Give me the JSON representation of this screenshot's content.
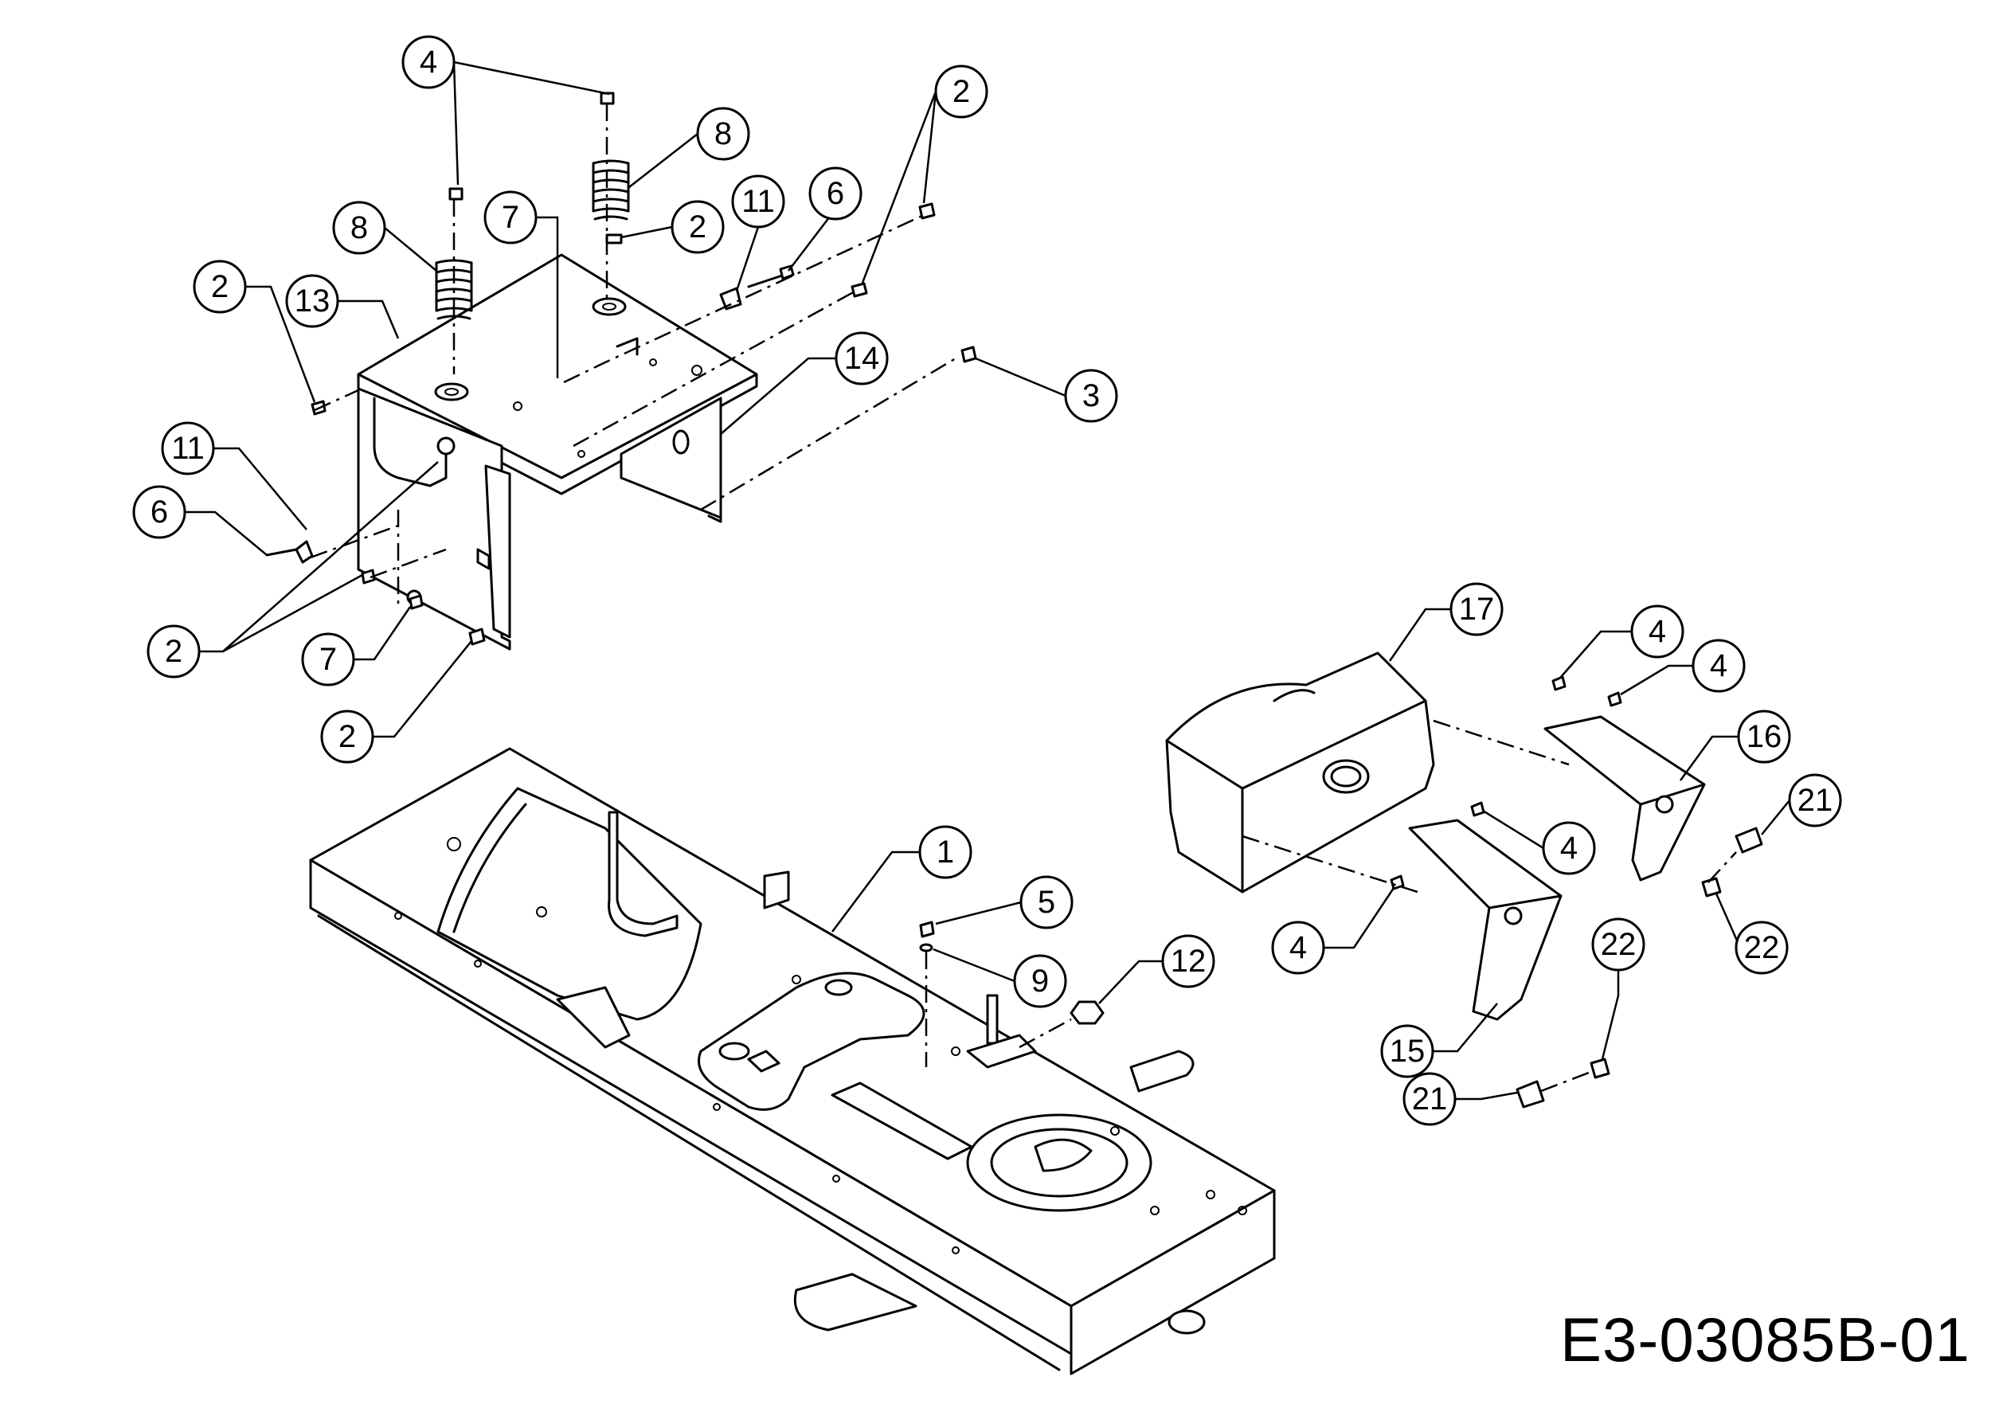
{
  "drawing_code": "E3-03085B-01",
  "callouts": [
    {
      "id": "c4-top",
      "label": "4"
    },
    {
      "id": "c2-topright",
      "label": "2"
    },
    {
      "id": "c8-top",
      "label": "8"
    },
    {
      "id": "c11-top",
      "label": "11"
    },
    {
      "id": "c6-top",
      "label": "6"
    },
    {
      "id": "c7-top",
      "label": "7"
    },
    {
      "id": "c2-mid",
      "label": "2"
    },
    {
      "id": "c8-left",
      "label": "8"
    },
    {
      "id": "c13",
      "label": "13"
    },
    {
      "id": "c2-left",
      "label": "2"
    },
    {
      "id": "c14",
      "label": "14"
    },
    {
      "id": "c3",
      "label": "3"
    },
    {
      "id": "c11-left",
      "label": "11"
    },
    {
      "id": "c6-left",
      "label": "6"
    },
    {
      "id": "c2-lower",
      "label": "2"
    },
    {
      "id": "c7-lower",
      "label": "7"
    },
    {
      "id": "c2-bottom",
      "label": "2"
    },
    {
      "id": "c1",
      "label": "1"
    },
    {
      "id": "c5",
      "label": "5"
    },
    {
      "id": "c9",
      "label": "9"
    },
    {
      "id": "c12",
      "label": "12"
    },
    {
      "id": "c17",
      "label": "17"
    },
    {
      "id": "c4-r1",
      "label": "4"
    },
    {
      "id": "c4-r2",
      "label": "4"
    },
    {
      "id": "c16",
      "label": "16"
    },
    {
      "id": "c21-r",
      "label": "21"
    },
    {
      "id": "c4-r3",
      "label": "4"
    },
    {
      "id": "c22-r",
      "label": "22"
    },
    {
      "id": "c4-r4",
      "label": "4"
    },
    {
      "id": "c22-b",
      "label": "22"
    },
    {
      "id": "c15",
      "label": "15"
    },
    {
      "id": "c21-b",
      "label": "21"
    }
  ]
}
